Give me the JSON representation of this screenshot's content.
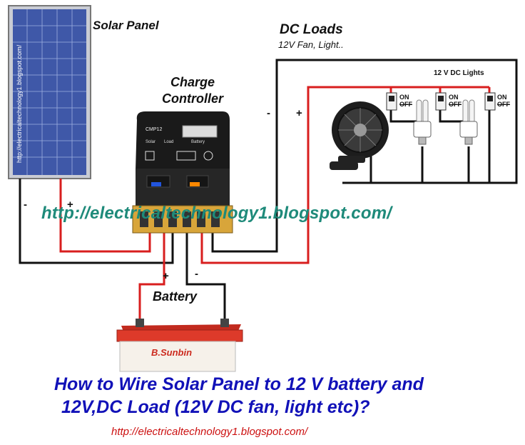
{
  "labels": {
    "solar_panel": "Solar Panel",
    "charge_controller_line1": "Charge",
    "charge_controller_line2": "Controller",
    "dc_loads": "DC Loads",
    "dc_loads_sub": "12V Fan, Light..",
    "dc_lights": "12 V DC Lights",
    "battery": "Battery"
  },
  "signs": {
    "panel_neg": "-",
    "panel_pos": "+",
    "load_neg": "-",
    "load_pos": "+",
    "battery_pos": "+",
    "battery_neg": "-"
  },
  "switch": {
    "on": "ON",
    "off": "OFF"
  },
  "panel_vertical_url": "http://electricaltechnology1.blogspot.com/",
  "controller_model": "CMP12",
  "controller_screen_labels": [
    "Solar",
    "Load",
    "Battery"
  ],
  "battery_brand": "B.Sunbin",
  "watermark": "http://electricaltechnology1.blogspot.com/",
  "headline_line1": "How to Wire Solar Panel to 12 V battery and",
  "headline_line2": "12V,DC Load (12V DC fan, light etc)?",
  "footer_url": "http://electricaltechnology1.blogspot.com/",
  "colors": {
    "wire_positive": "#d81e1e",
    "wire_negative": "#111111",
    "headline": "#1111b8",
    "watermark": "#1e8a7a",
    "footer": "#cc1010"
  }
}
